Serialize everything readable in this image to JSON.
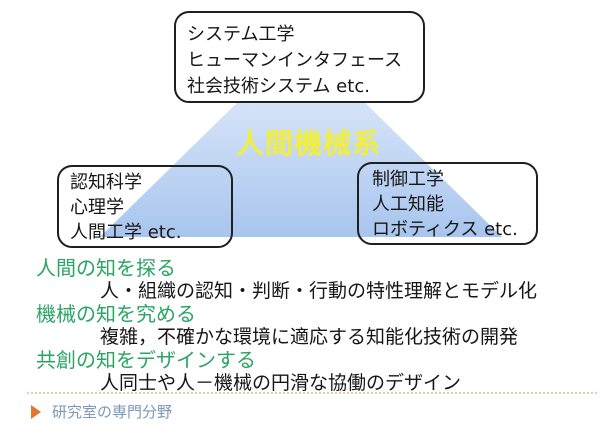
{
  "triangle": {
    "label": "人間機械系"
  },
  "boxes": {
    "top": {
      "lines": [
        "システム工学",
        "ヒューマンインタフェース",
        "社会技術システム etc."
      ]
    },
    "left": {
      "lines": [
        "認知科学",
        "心理学",
        "人間工学 etc."
      ]
    },
    "right": {
      "lines": [
        "制御工学",
        "人工知能",
        "ロボティクス etc."
      ]
    }
  },
  "bullets": [
    {
      "heading": "人間の知を探る",
      "detail": "人・組織の認知・判断・行動の特性理解とモデル化"
    },
    {
      "heading": "機械の知を究める",
      "detail": "複雑，不確かな環境に適応する知能化技術の開発"
    },
    {
      "heading": "共創の知をデザインする",
      "detail": "人同士や人－機械の円滑な協働のデザイン"
    }
  ],
  "footer": {
    "label": "研究室の専門分野"
  },
  "colors": {
    "triangle_top": "#e8effb",
    "triangle_bottom": "#a8c5ee",
    "title_yellow": "#f2ee3e",
    "heading_green": "#2aa563",
    "body_text": "#161616",
    "box_border": "#1f1f1f",
    "footer_text": "#7b97ba",
    "footer_arrow": "#e2762e",
    "dotted_divider": "#e9cda9"
  }
}
